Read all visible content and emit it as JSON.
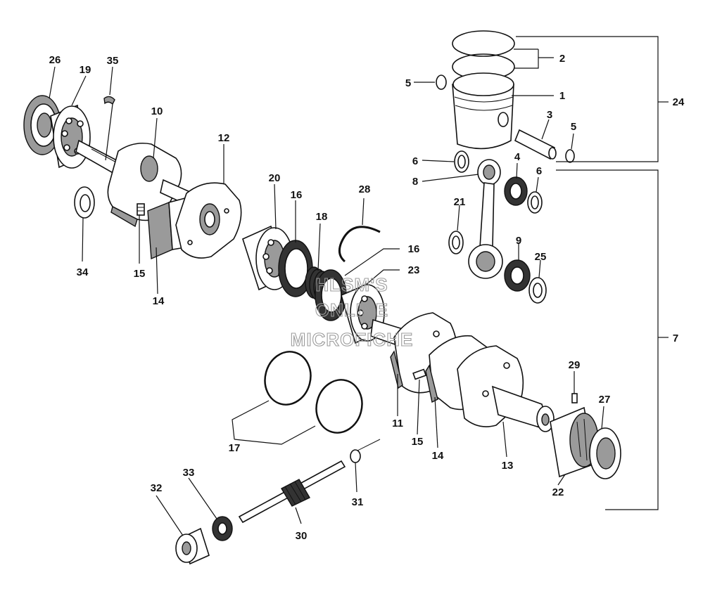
{
  "watermark": {
    "line1": "HLSM'S",
    "line2": "ONLINE",
    "line3": "MICROFICHE"
  },
  "labels": {
    "l1": "1",
    "l2": "2",
    "l3": "3",
    "l4": "4",
    "l5a": "5",
    "l5b": "5",
    "l6a": "6",
    "l6b": "6",
    "l7": "7",
    "l8": "8",
    "l9": "9",
    "l10": "10",
    "l11": "11",
    "l12": "12",
    "l13": "13",
    "l14a": "14",
    "l14b": "14",
    "l15a": "15",
    "l15b": "15",
    "l16a": "16",
    "l16b": "16",
    "l17": "17",
    "l18": "18",
    "l19": "19",
    "l20": "20",
    "l21": "21",
    "l22": "22",
    "l23": "23",
    "l24": "24",
    "l25": "25",
    "l26": "26",
    "l27": "27",
    "l28": "28",
    "l29": "29",
    "l30": "30",
    "l31": "31",
    "l32": "32",
    "l33": "33",
    "l34": "34",
    "l35": "35"
  }
}
